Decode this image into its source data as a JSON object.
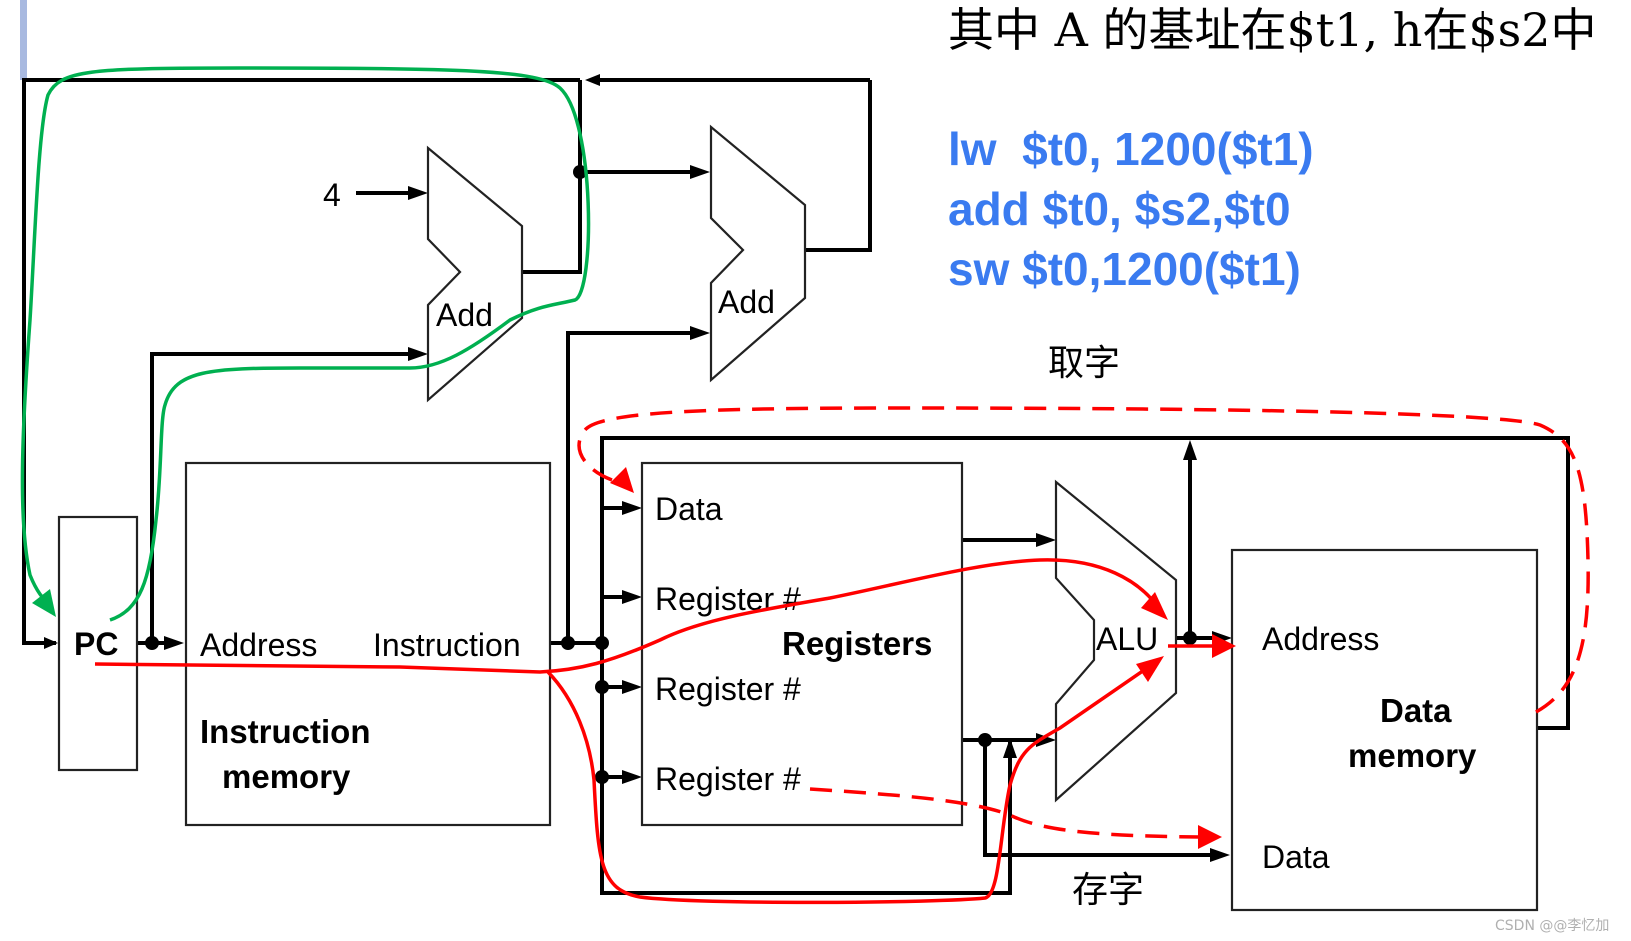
{
  "header": {
    "note": "其中 A 的基址在$t1, h在$s2中"
  },
  "code": {
    "lines": [
      "lw  $t0, 1200($t1)",
      "add $t0, $s2,$t0",
      "sw $t0,1200($t1)"
    ],
    "color": "#3a7bf0"
  },
  "annotations": {
    "load_word": "取字",
    "store_word": "存字"
  },
  "components": {
    "pc": "PC",
    "const_four": "4",
    "adder1": "Add",
    "adder2": "Add",
    "imem": {
      "address": "Address",
      "instruction": "Instruction",
      "title_line1": "Instruction",
      "title_line2": "memory"
    },
    "registers": {
      "data": "Data",
      "reg1": "Register #",
      "reg2": "Register #",
      "reg3": "Register #",
      "title": "Registers"
    },
    "alu": "ALU",
    "dmem": {
      "address": "Address",
      "data": "Data",
      "title_line1": "Data",
      "title_line2": "memory"
    }
  },
  "paths": {
    "fetch_color": "#00b050",
    "datapath_color": "#ff0000"
  },
  "watermark": "CSDN @@李忆加"
}
